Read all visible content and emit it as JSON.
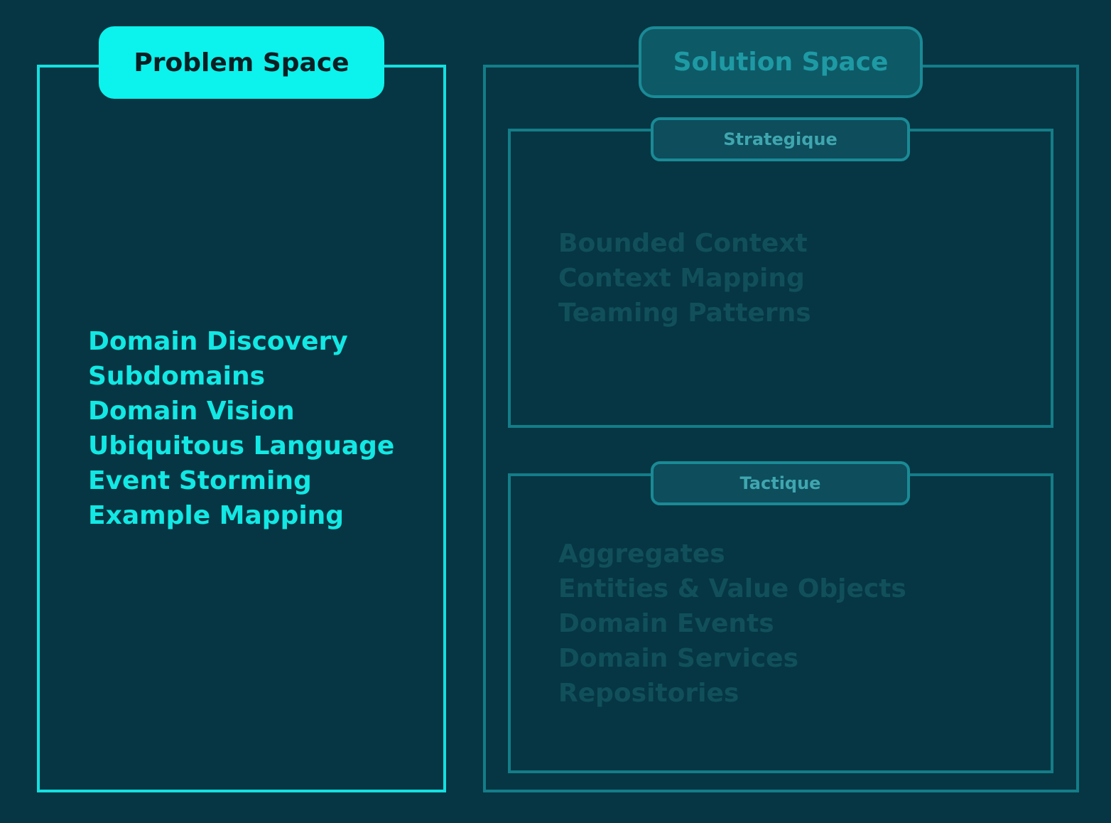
{
  "colors": {
    "background": "#063643",
    "problem_accent": "#0cf2ec",
    "problem_text": "#12e8e4",
    "solution_border": "#137d89",
    "solution_label_fill": "#0e5966",
    "solution_label_text": "#1e9aa4",
    "solution_item_text": "#11505b"
  },
  "problem_space": {
    "title": "Problem Space",
    "items": [
      "Domain Discovery",
      "Subdomains",
      "Domain Vision",
      "Ubiquitous Language",
      "Event Storming",
      "Example Mapping"
    ]
  },
  "solution_space": {
    "title": "Solution Space",
    "strategic": {
      "title": "Strategique",
      "items": [
        "Bounded Context",
        "Context Mapping",
        "Teaming Patterns"
      ]
    },
    "tactical": {
      "title": "Tactique",
      "items": [
        "Aggregates",
        "Entities & Value Objects",
        "Domain Events",
        "Domain Services",
        "Repositories"
      ]
    }
  }
}
